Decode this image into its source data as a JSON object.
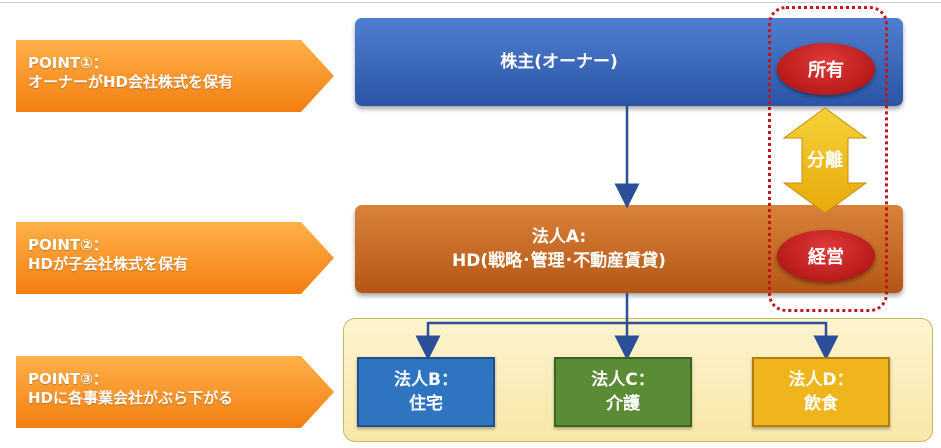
{
  "points": [
    {
      "line1": "POINT①：",
      "line2": "オーナーがHD会社株式を保有"
    },
    {
      "line1": "POINT②：",
      "line2": "HDが子会社株式を保有"
    },
    {
      "line1": "POINT③：",
      "line2": "HDに各事業会社がぶら下がる"
    }
  ],
  "owner": {
    "label": "株主(オーナー)"
  },
  "holding": {
    "line1": "法人A:",
    "line2": "HD(戦略･管理･不動産賃貸)"
  },
  "subsidiaries": [
    {
      "line1": "法人B：",
      "line2": "住宅"
    },
    {
      "line1": "法人C：",
      "line2": "介護"
    },
    {
      "line1": "法人D：",
      "line2": "飲食"
    }
  ],
  "ownership_label": "所有",
  "management_label": "経営",
  "separation_label": "分離",
  "colors": {
    "owner": "#2b55a6",
    "holding": "#b45716",
    "point": "#f27f10",
    "accent_red": "#c01818",
    "separation_arrow": "#f2c21a"
  }
}
